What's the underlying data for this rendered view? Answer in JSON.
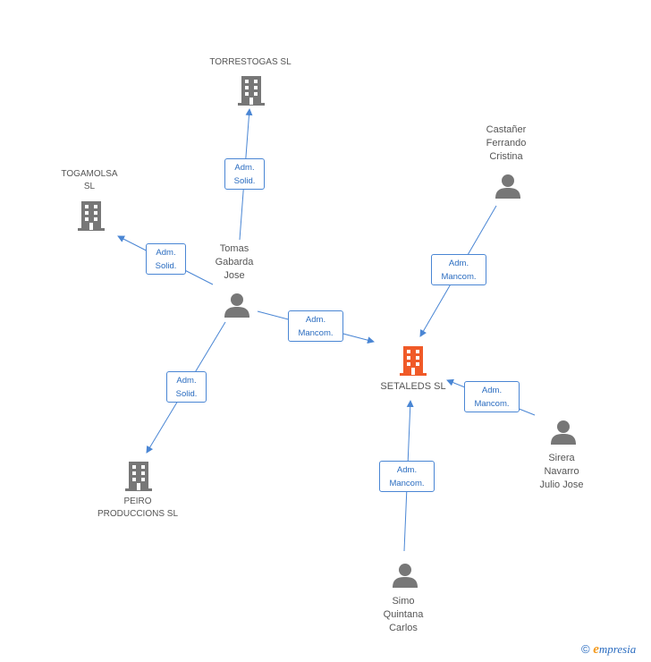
{
  "nodes": {
    "torrestogas": {
      "label": "TORRESTOGAS SL"
    },
    "togamolsa": {
      "line1": "TOGAMOLSA",
      "line2": "SL"
    },
    "tomas": {
      "line1": "Tomas",
      "line2": "Gabarda",
      "line3": "Jose"
    },
    "castaner": {
      "line1": "Castañer",
      "line2": "Ferrando",
      "line3": "Cristina"
    },
    "setaleds": {
      "label": "SETALEDS SL"
    },
    "peiro": {
      "line1": "PEIRO",
      "line2": "PRODUCCIONS SL"
    },
    "sirera": {
      "line1": "Sirera",
      "line2": "Navarro",
      "line3": "Julio Jose"
    },
    "simo": {
      "line1": "Simo",
      "line2": "Quintana",
      "line3": "Carlos"
    }
  },
  "edges": {
    "tomas_torrestogas": {
      "line1": "Adm.",
      "line2": "Solid."
    },
    "tomas_togamolsa": {
      "line1": "Adm.",
      "line2": "Solid."
    },
    "tomas_setaleds": {
      "line1": "Adm.",
      "line2": "Mancom."
    },
    "tomas_peiro": {
      "line1": "Adm.",
      "line2": "Solid."
    },
    "castaner_setaleds": {
      "line1": "Adm.",
      "line2": "Mancom."
    },
    "sirera_setaleds": {
      "line1": "Adm.",
      "line2": "Mancom."
    },
    "simo_setaleds": {
      "line1": "Adm.",
      "line2": "Mancom."
    }
  },
  "colors": {
    "edge": "#4a86d4",
    "company": "#777777",
    "focus_company": "#f05a28",
    "person": "#777777"
  },
  "footer": {
    "copyright": "©",
    "brand_e": "e",
    "brand_rest": "mpresia"
  }
}
